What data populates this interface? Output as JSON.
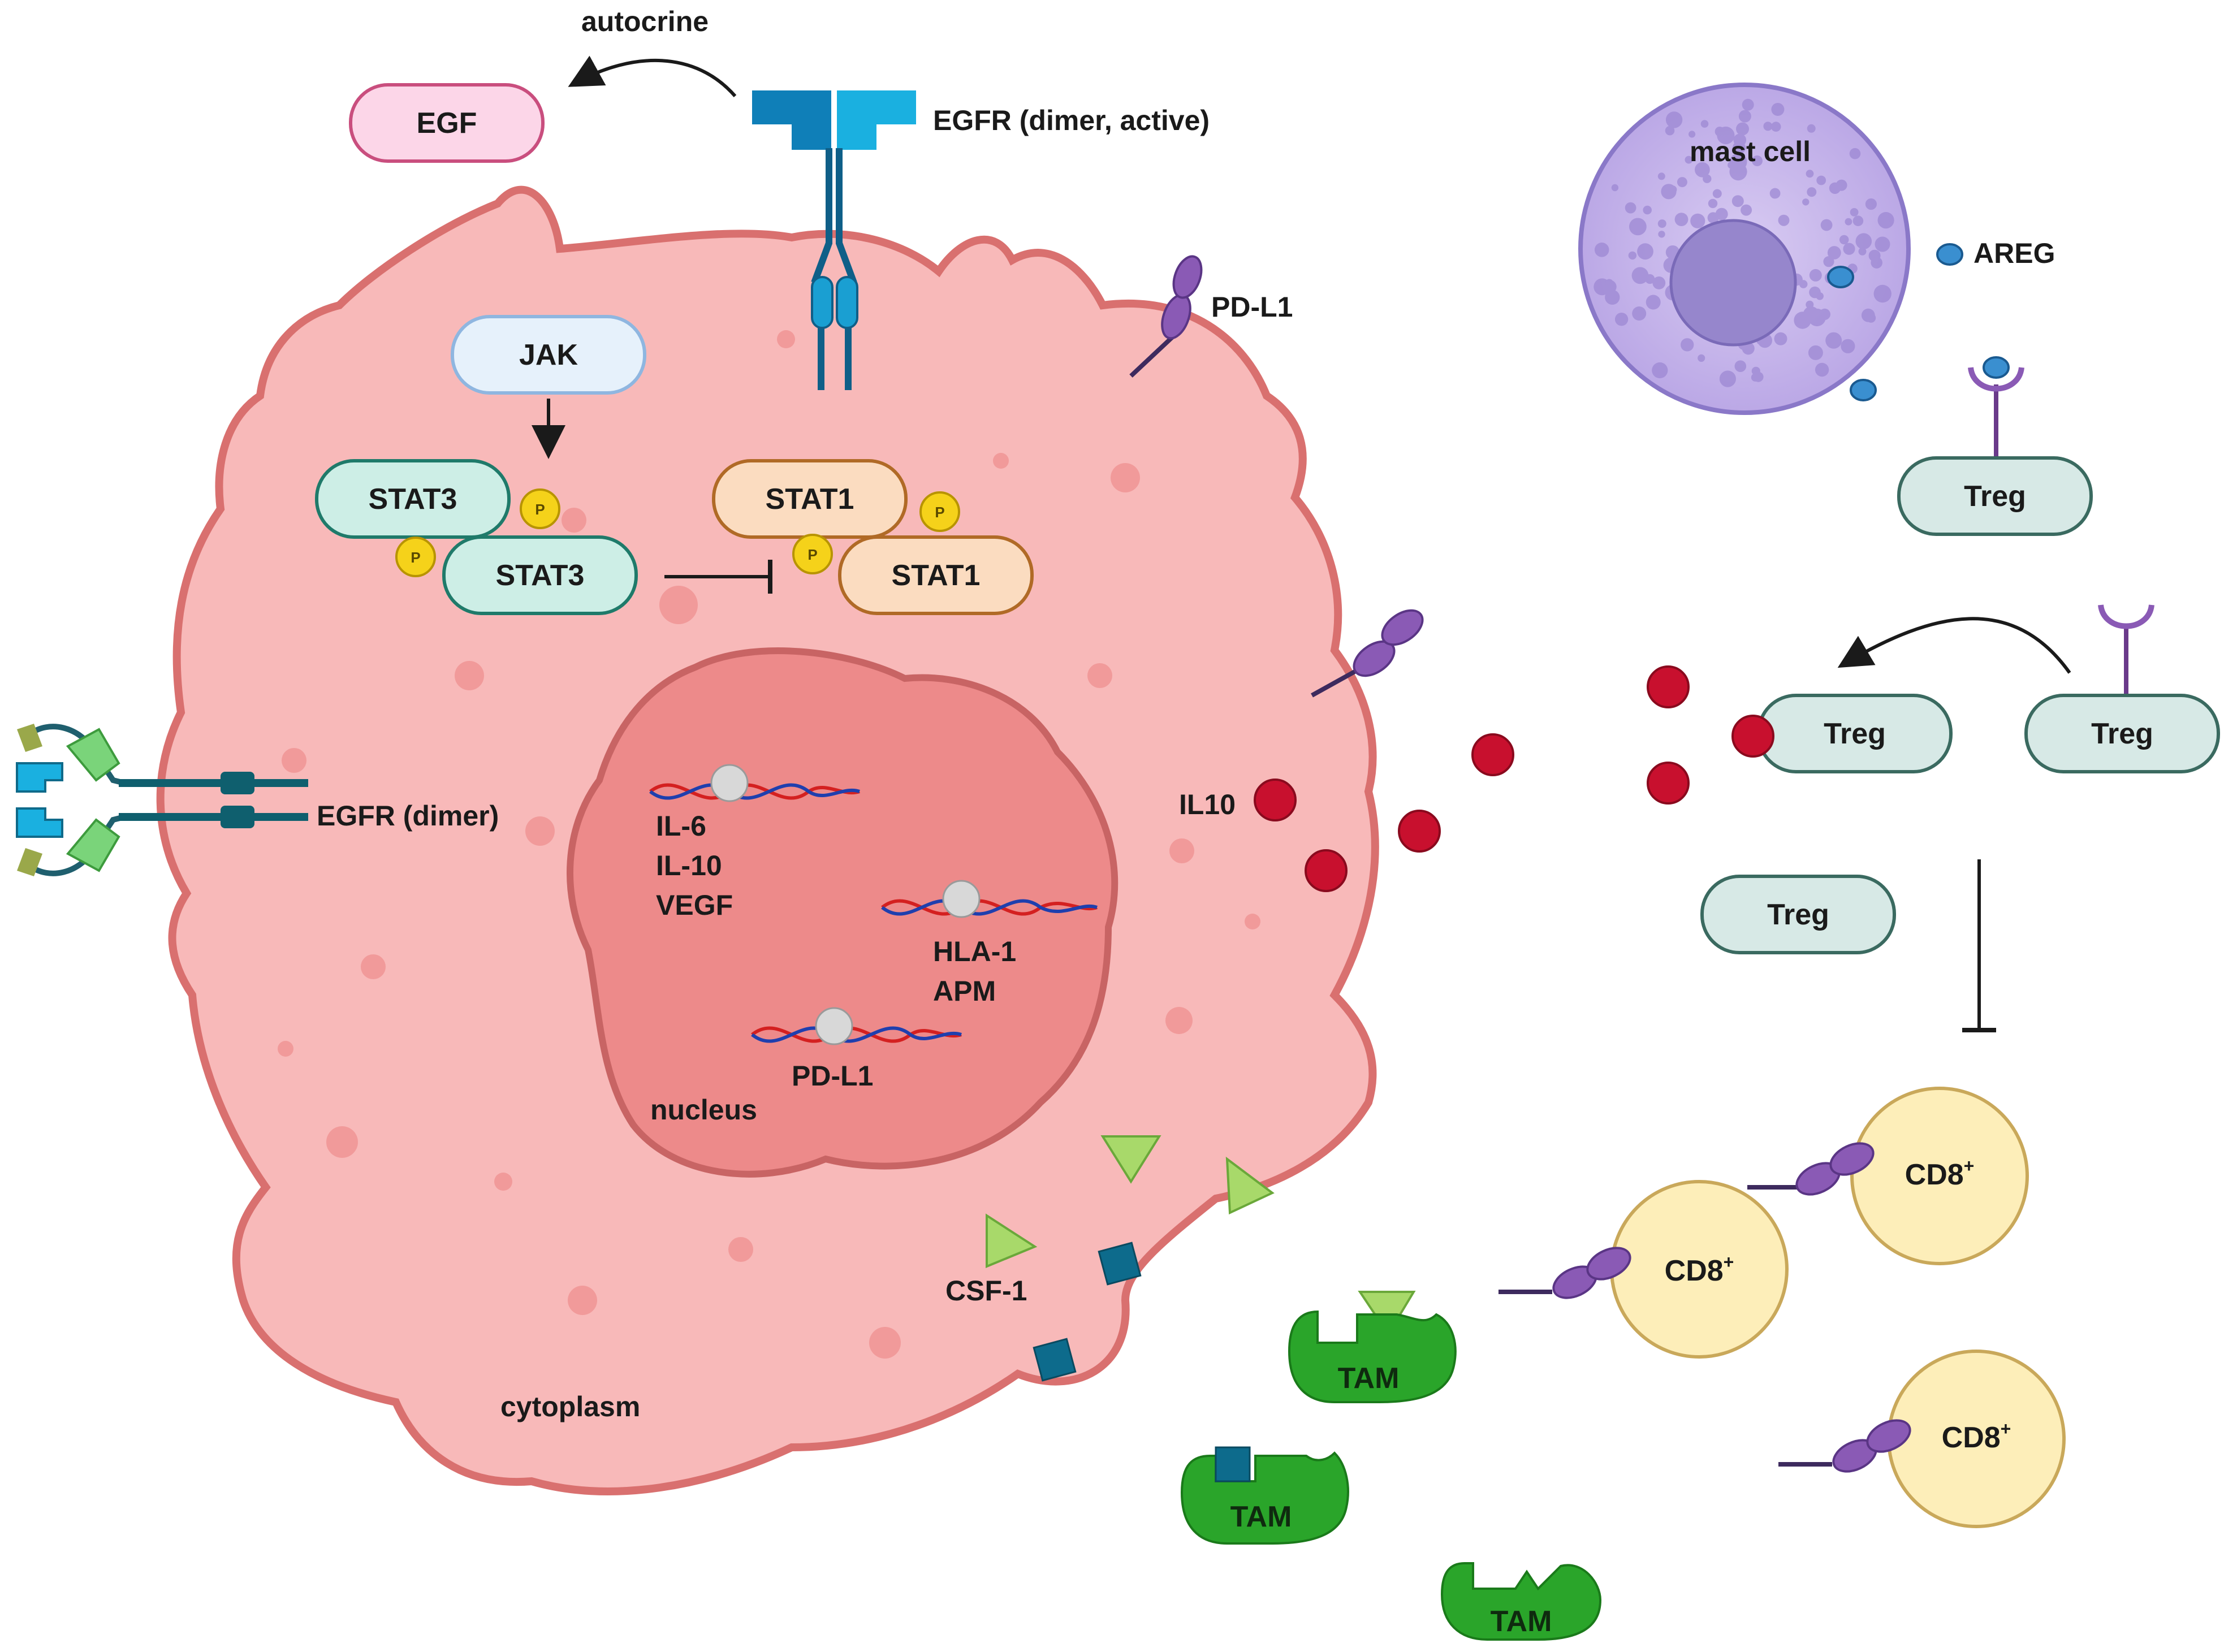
{
  "labels": {
    "autocrine": "autocrine",
    "egf": "EGF",
    "egfr_active": "EGFR (dimer, active)",
    "pdl1_surface": "PD-L1",
    "jak": "JAK",
    "stat3_a": "STAT3",
    "stat3_b": "STAT3",
    "stat1_a": "STAT1",
    "stat1_b": "STAT1",
    "phospho": "P",
    "egfr_dimer": "EGFR (dimer)",
    "gene_il6": "IL-6",
    "gene_il10": "IL-10",
    "gene_vegf": "VEGF",
    "gene_hla": "HLA-1",
    "gene_apm": "APM",
    "gene_pdl1": "PD-L1",
    "nucleus": "nucleus",
    "cytoplasm": "cytoplasm",
    "il10": "IL10",
    "csf1": "CSF-1",
    "mast_cell": "mast cell",
    "areg": "AREG",
    "treg": "Treg",
    "cd8": "CD8",
    "cd8_sup": "+",
    "tam": "TAM"
  },
  "colors": {
    "cell_fill": "#f8b9b9",
    "cell_stroke": "#d9706f",
    "nucleus_fill": "#ed8a8a",
    "stat3_fill": "#cdeee6",
    "stat1_fill": "#fbdcc0",
    "treg_fill": "#d7e9e6",
    "cd8_fill": "#fdeeb9",
    "mast_fill": "#c9b9ea",
    "tam_fill": "#2aa52a",
    "il10_dot": "#c8102e",
    "egfr_blue": "#1aa0d0",
    "pdl1_purple": "#8a5ab5",
    "csf1_green": "#a8d96a",
    "square_teal": "#0d6b8c"
  }
}
